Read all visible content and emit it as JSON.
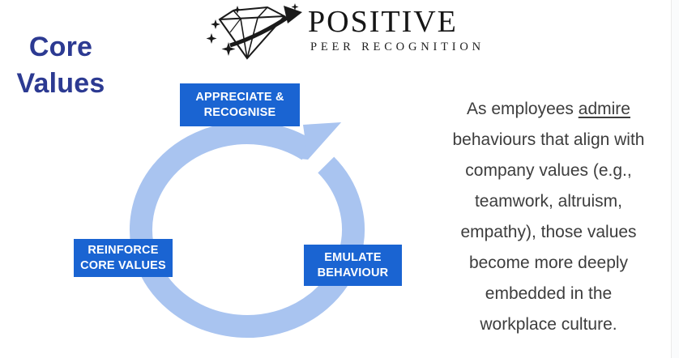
{
  "title": {
    "text": "Core Values",
    "color": "#2c3a92"
  },
  "logo": {
    "brand": "POSITIVE",
    "tagline": "PEER RECOGNITION",
    "icon": "diamond-sparkle-logo",
    "color": "#161616"
  },
  "cycle": {
    "type": "cycle-diagram",
    "direction": "counterclockwise",
    "arrow_color": "#a9c4f0",
    "box_color": "#1a64d2",
    "box_text_color": "#ffffff",
    "steps": [
      {
        "label": "APPRECIATE & RECOGNISE",
        "position": "top"
      },
      {
        "label": "REINFORCE CORE VALUES",
        "position": "left"
      },
      {
        "label": "EMULATE BEHAVIOUR",
        "position": "right"
      }
    ]
  },
  "paragraph": {
    "line1_prefix": "As employees ",
    "line1_underlined": "admire",
    "lines": [
      "behaviours that align with",
      "company values (e.g.,",
      "teamwork, altruism,",
      "empathy), those values",
      "become more deeply",
      "embedded in the",
      "workplace culture."
    ],
    "color": "#3d3d3d"
  }
}
